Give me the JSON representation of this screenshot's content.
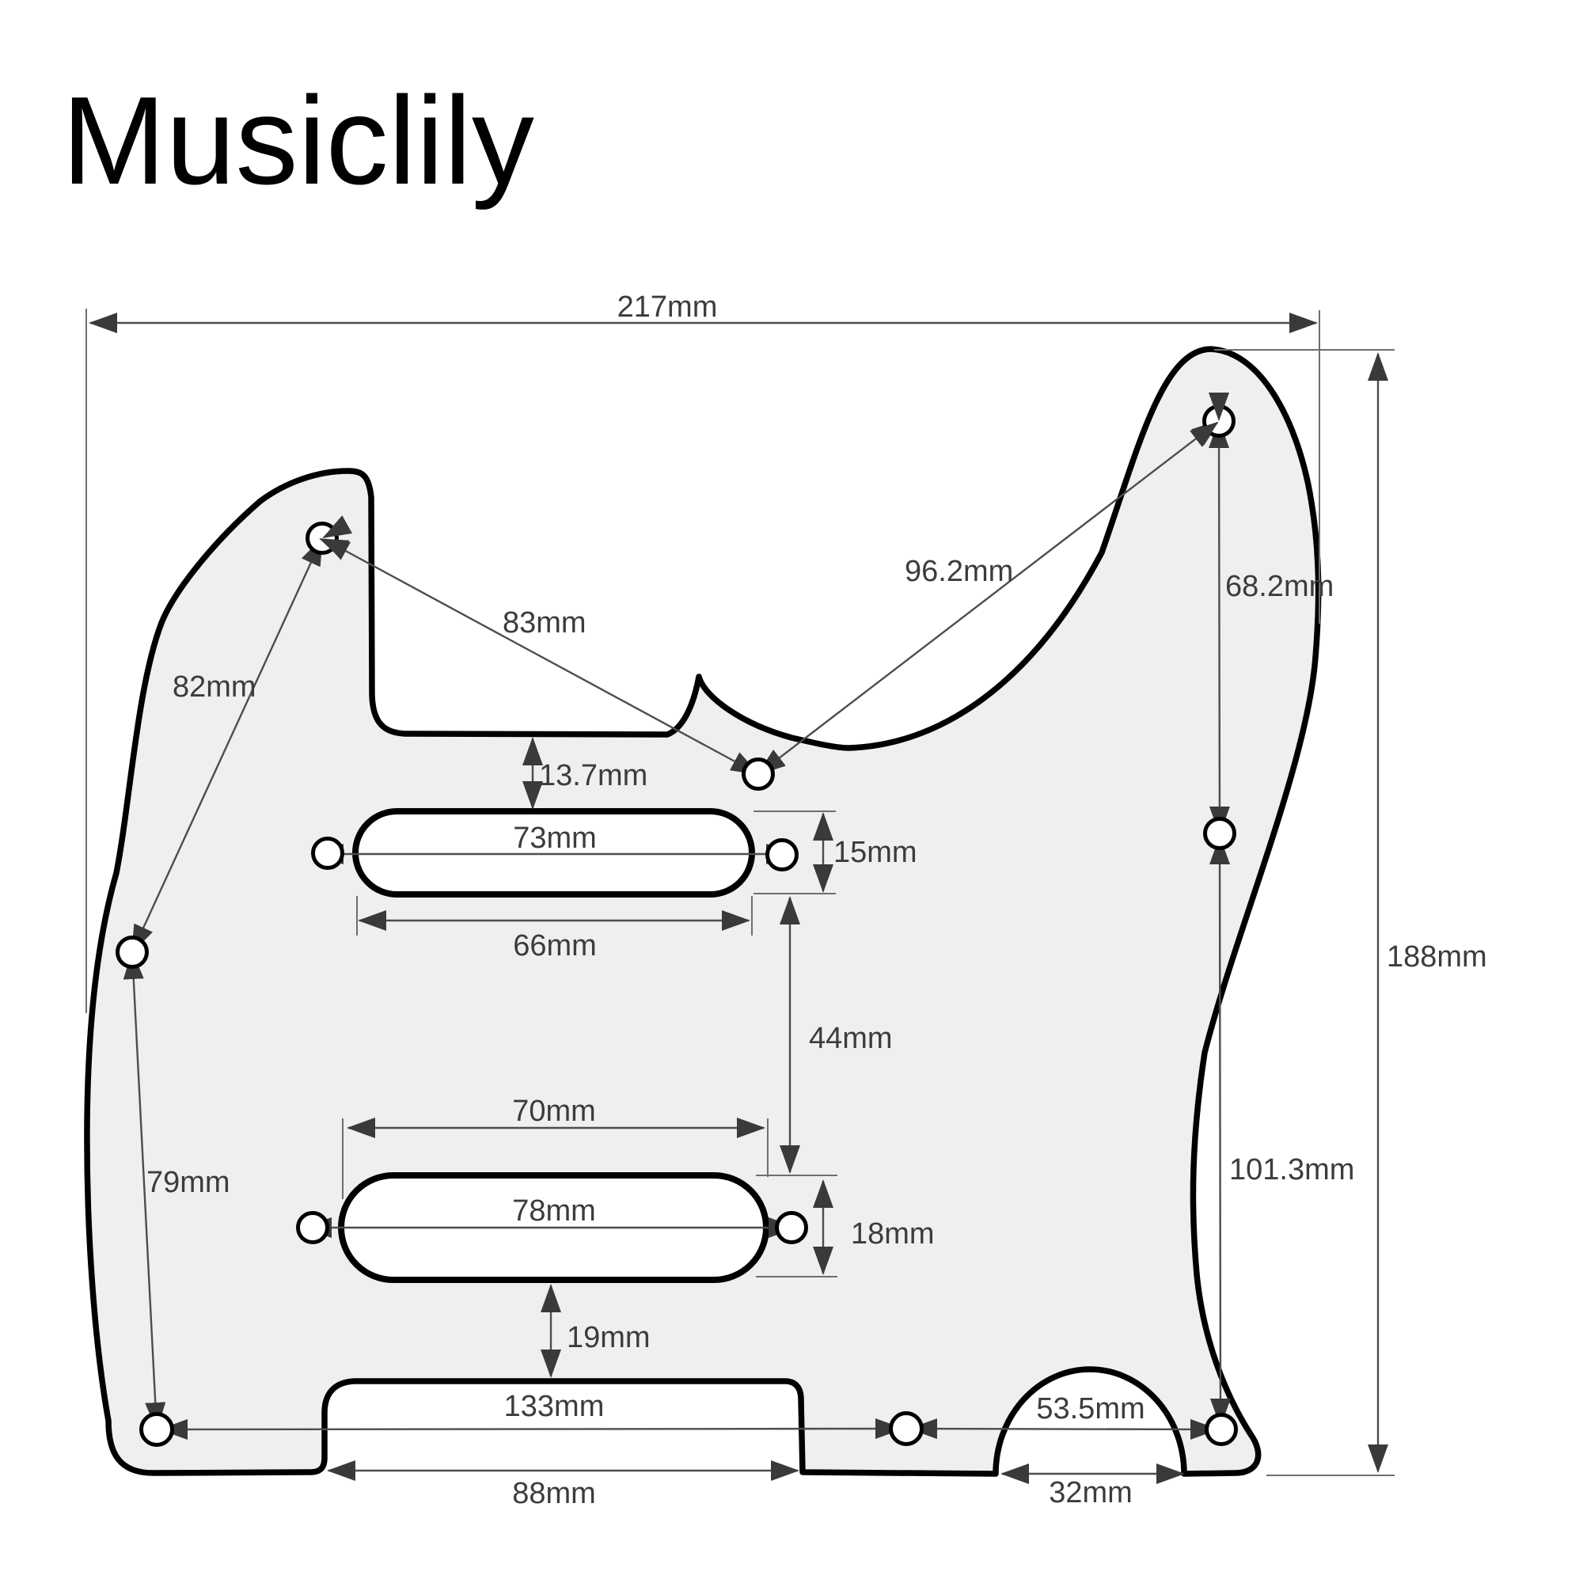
{
  "logo": {
    "text": "Musiclily"
  },
  "unit": "mm",
  "colors": {
    "background": "#ffffff",
    "pickguard_fill": "#efefef",
    "outline": "#000000",
    "dimension_lines": "#4d4d4d",
    "label_text": "#3c3c3c"
  },
  "labels": {
    "overall_width": "217mm",
    "overall_height": "188mm",
    "upper_right_hole_span": "96.2mm",
    "right_upper_hole_span": "68.2mm",
    "upper_left_hole_span": "83mm",
    "left_upper_hole_span": "82mm",
    "left_lower_hole_span": "79mm",
    "edge_to_neck_slot": "13.7mm",
    "neck_hole_span": "73mm",
    "neck_slot_height": "15mm",
    "neck_slot_width": "66mm",
    "slot_to_slot_gap": "44mm",
    "bridge_slot_span_top": "70mm",
    "bridge_hole_span": "78mm",
    "bridge_slot_height": "18mm",
    "slot_to_notch_gap": "19mm",
    "bottom_hole_span": "133mm",
    "bottom_notch_width": "88mm",
    "arch_hole_span": "53.5mm",
    "arch_width": "32mm",
    "right_lower_hole_span": "101.3mm"
  }
}
